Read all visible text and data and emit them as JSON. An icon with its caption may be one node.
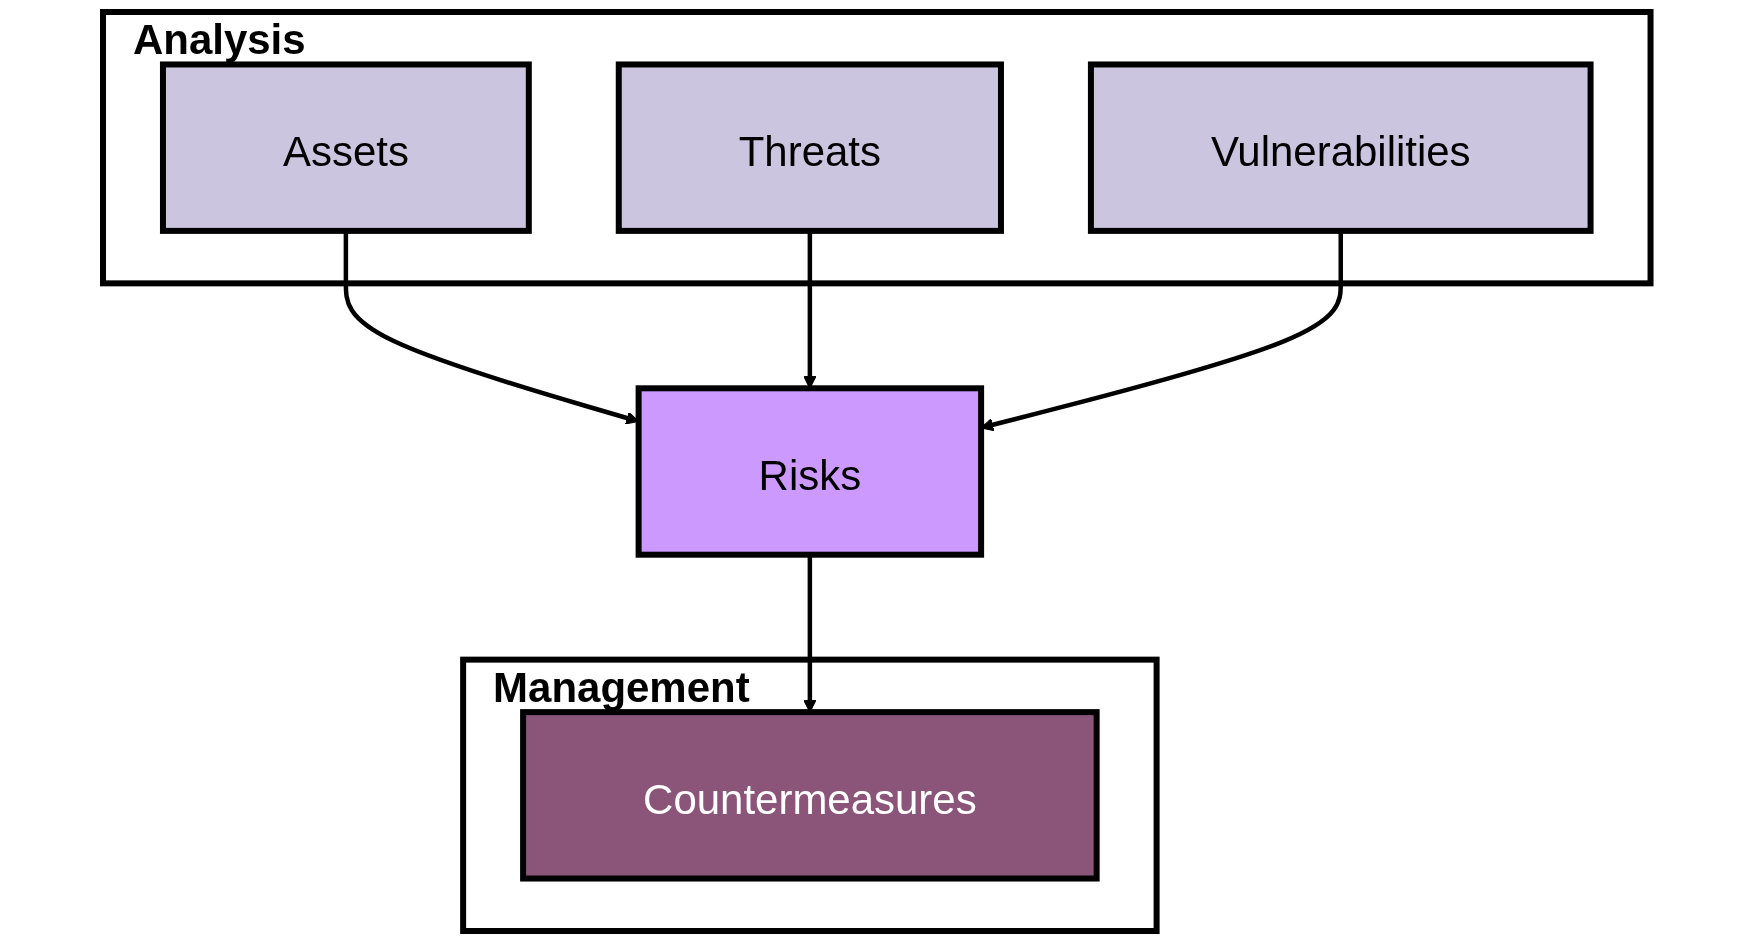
{
  "diagram": {
    "nodes": [
      {
        "text": [
          "Analysis"
        ]
      },
      {
        "text": [
          "Assets"
        ],
        "in": 0
      },
      {
        "text": [
          "Threats"
        ],
        "in": 0
      },
      {
        "text": [
          "Vulnerabilities"
        ],
        "in": 0
      },
      {
        "text": [
          "Risks"
        ]
      },
      {
        "text": [
          "Management"
        ]
      },
      {
        "text": [
          "Countermeasures"
        ],
        "in": 5
      }
    ],
    "edges": [
      {
        "from": 1,
        "to": 4,
        "arrow": "to"
      },
      {
        "from": 2,
        "to": 4,
        "arrow": "to"
      },
      {
        "from": 3,
        "to": 4,
        "arrow": "to"
      },
      {
        "from": 4,
        "to": 6,
        "arrow": "to"
      }
    ]
  }
}
